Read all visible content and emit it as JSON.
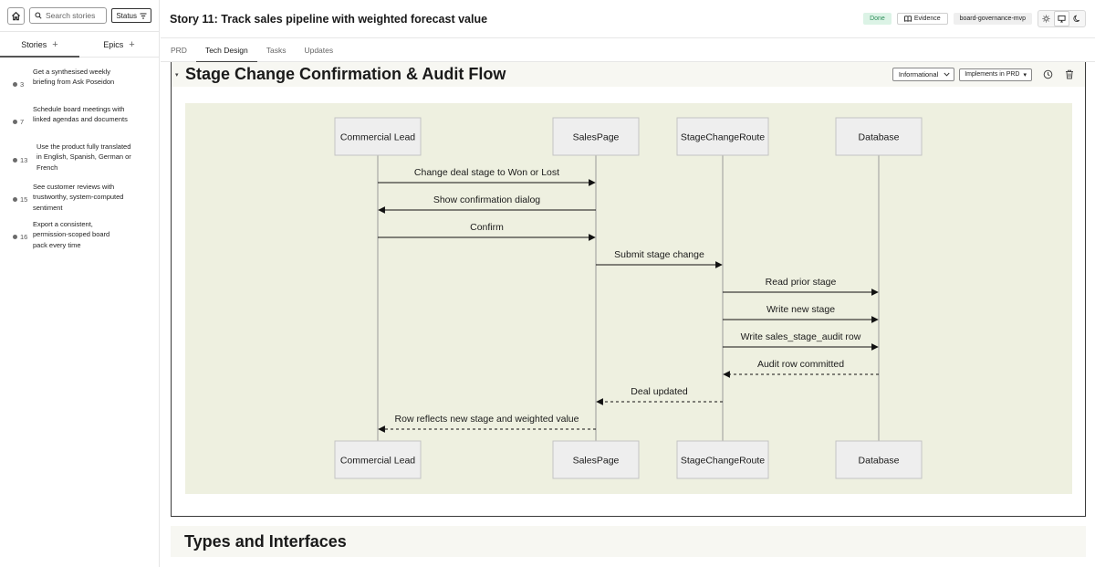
{
  "sidebar": {
    "search_placeholder": "Search stories",
    "status_label": "Status",
    "tabs": [
      {
        "label": "Stories",
        "plus": "+"
      },
      {
        "label": "Epics",
        "plus": "+"
      }
    ],
    "stories": [
      {
        "num": "3",
        "text": "Get a synthesised weekly briefing from Ask Poseidon"
      },
      {
        "num": "7",
        "text": "Schedule board meetings with linked agendas and documents"
      },
      {
        "num": "13",
        "text": "Use the product fully translated in English, Spanish, German or French"
      },
      {
        "num": "15",
        "text": "See customer reviews with trustworthy, system-computed sentiment"
      },
      {
        "num": "16",
        "text": "Export a consistent, permission-scoped board pack every time"
      }
    ]
  },
  "header": {
    "title": "Story 11: Track sales pipeline with weighted forecast value",
    "status_badge": "Done",
    "evidence_label": "Evidence",
    "repo_badge": "board-governance-mvp"
  },
  "tabs": [
    "PRD",
    "Tech Design",
    "Tasks",
    "Updates"
  ],
  "section": {
    "caret": "▾",
    "title": "Stage Change Confirmation & Audit Flow",
    "select_value": "Informational",
    "implements_label": "Implements in PRD",
    "implements_caret": "▾"
  },
  "diagram": {
    "participants": [
      "Commercial Lead",
      "SalesPage",
      "StageChangeRoute",
      "Database"
    ],
    "messages": [
      {
        "from": 0,
        "to": 1,
        "label": "Change deal stage to Won or Lost",
        "dashed": false
      },
      {
        "from": 1,
        "to": 0,
        "label": "Show confirmation dialog",
        "dashed": false
      },
      {
        "from": 0,
        "to": 1,
        "label": "Confirm",
        "dashed": false
      },
      {
        "from": 1,
        "to": 2,
        "label": "Submit stage change",
        "dashed": false
      },
      {
        "from": 2,
        "to": 3,
        "label": "Read prior stage",
        "dashed": false
      },
      {
        "from": 2,
        "to": 3,
        "label": "Write new stage",
        "dashed": false
      },
      {
        "from": 2,
        "to": 3,
        "label": "Write sales_stage_audit row",
        "dashed": false
      },
      {
        "from": 3,
        "to": 2,
        "label": "Audit row committed",
        "dashed": true
      },
      {
        "from": 2,
        "to": 1,
        "label": "Deal updated",
        "dashed": true
      },
      {
        "from": 1,
        "to": 0,
        "label": "Row reflects new stage and weighted value",
        "dashed": true
      }
    ]
  },
  "section2": {
    "title": "Types and Interfaces"
  }
}
